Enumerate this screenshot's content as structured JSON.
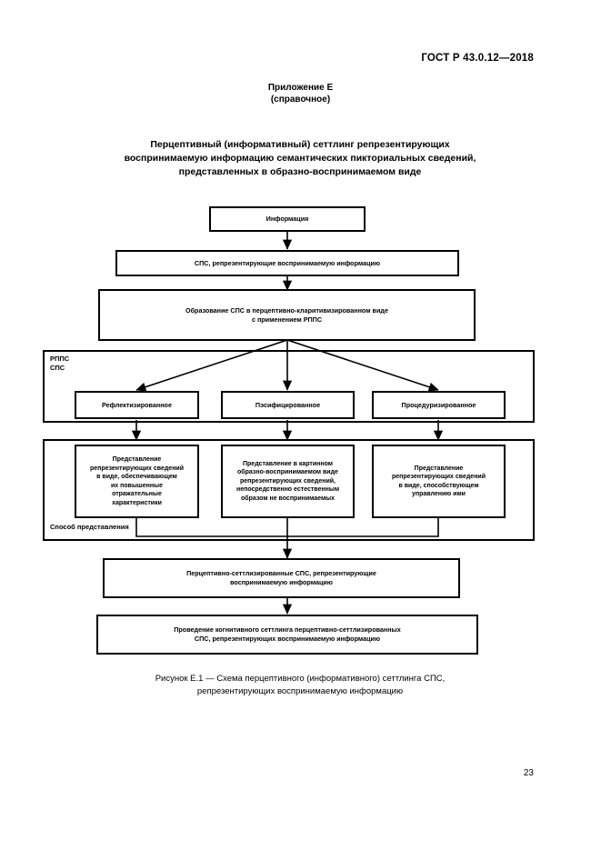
{
  "document": {
    "standard_header": "ГОСТ Р 43.0.12—2018",
    "page_number": "23"
  },
  "appendix": {
    "title": "Приложение Е",
    "subtitle": "(справочное)"
  },
  "main_title": {
    "line1": "Перцептивный (информативный) сеттлинг репрезентирующих",
    "line2": "воспринимаемую информацию семантических пикториальных сведений,",
    "line3": "представленных в образно-воспринимаемом виде"
  },
  "diagram": {
    "node_information": "Информация",
    "node_sps_representing": "СПС, репрезентирующие воспринимаемую информацию",
    "node_education_line1": "Образование СПС в перцептивно-кларитивизированном виде",
    "node_education_line2": "с применением РППС",
    "group_rpps_label": "РППС\nСПС",
    "group_method_label": "Способ представления",
    "node_reflective": "Рефлектизированное",
    "node_pacified": "Пэсифицированное",
    "node_procedurized": "Процедуризированное",
    "node_present_reflective_line1": "Представление",
    "node_present_reflective_line2": "репрезентирующих сведений",
    "node_present_reflective_line3": "в виде, обеспечивающем",
    "node_present_reflective_line4": "их повышенные",
    "node_present_reflective_line5": "отражательные",
    "node_present_reflective_line6": "характеристики",
    "node_present_pictorial_line1": "Представление в картинном",
    "node_present_pictorial_line2": "образно-воспринимаемом виде",
    "node_present_pictorial_line3": "репрезентирующих сведений,",
    "node_present_pictorial_line4": "непосредственно естественным",
    "node_present_pictorial_line5": "образом не воспринимаемых",
    "node_present_control_line1": "Представление",
    "node_present_control_line2": "репрезентирующих сведений",
    "node_present_control_line3": "в виде, способствующем",
    "node_present_control_line4": "управлению ими",
    "node_settled_sps_line1": "Перцептивно-сеттлизированные СПС, репрезентирующие",
    "node_settled_sps_line2": "воспринимаемую информацию",
    "node_cognitive_settling_line1": "Проведение когнитивного сеттлинга перцептивно-сеттлизированных",
    "node_cognitive_settling_line2": "СПС, репрезентирующих воспринимаемую информацию"
  },
  "caption": {
    "line1": "Рисунок Е.1 — Схема перцептивного (информативного) сеттлинга СПС,",
    "line2": "репрезентирующих воспринимаемую информацию"
  }
}
